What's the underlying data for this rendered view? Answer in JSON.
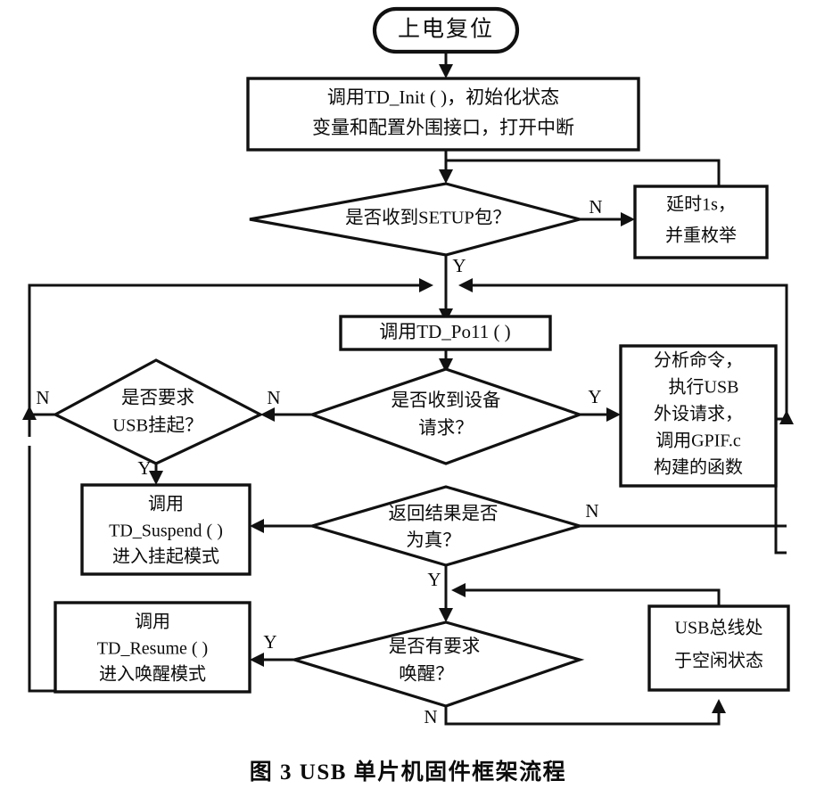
{
  "figure": {
    "caption": "图 3    USB 单片机固件框架流程",
    "caption_number": "图 3",
    "caption_title": "USB 单片机固件框架流程"
  },
  "nodes": {
    "start": {
      "id": "start",
      "type": "terminal",
      "label": "上电复位",
      "lines": [
        "上电复位"
      ]
    },
    "init": {
      "id": "init",
      "type": "process",
      "label": "调用TD_Init ( )，初始化状态变量和配置外围接口，打开中断",
      "lines": [
        "调用TD_Init ( )，初始化状态",
        "变量和配置外围接口，打开中断"
      ]
    },
    "setup_check": {
      "id": "setup_check",
      "type": "decision",
      "label": "是否收到SETUP包？",
      "lines": [
        "是否收到SETUP包？"
      ]
    },
    "delay_reenum": {
      "id": "delay_reenum",
      "type": "process",
      "label": "延时1s，并重枚举",
      "lines": [
        "延时1s，",
        "并重枚举"
      ]
    },
    "td_poll": {
      "id": "td_poll",
      "type": "process",
      "label": "调用TD_Poll ( )",
      "lines": [
        "调用TD_Po11 ( )"
      ]
    },
    "suspend_check": {
      "id": "suspend_check",
      "type": "decision",
      "label": "是否要求USB挂起？",
      "lines": [
        "是否要求",
        "USB挂起？"
      ]
    },
    "device_request_check": {
      "id": "device_request_check",
      "type": "decision",
      "label": "是否收到设备请求？",
      "lines": [
        "是否收到设备",
        "请求？"
      ]
    },
    "analyze_command": {
      "id": "analyze_command",
      "type": "process",
      "label": "分析命令，执行USB外设请求，调用GPIF.c构建的函数",
      "lines": [
        "分析命令，",
        "执行USB",
        "外设请求，",
        "调用GPIF.c",
        "构建的函数"
      ]
    },
    "td_suspend": {
      "id": "td_suspend",
      "type": "process",
      "label": "调用TD_Suspend ( ) 进入挂起模式",
      "lines": [
        "调用",
        "TD_Suspend ( )",
        "进入挂起模式"
      ]
    },
    "result_true_check": {
      "id": "result_true_check",
      "type": "decision",
      "label": "返回结果是否为真？",
      "lines": [
        "返回结果是否",
        "为真？"
      ]
    },
    "td_resume": {
      "id": "td_resume",
      "type": "process",
      "label": "调用TD_Resume ( ) 进入唤醒模式",
      "lines": [
        "调用",
        "TD_Resume ( )",
        "进入唤醒模式"
      ]
    },
    "wakeup_check": {
      "id": "wakeup_check",
      "type": "decision",
      "label": "是否有要求唤醒？",
      "lines": [
        "是否有要求",
        "唤醒？"
      ]
    },
    "usb_idle": {
      "id": "usb_idle",
      "type": "process",
      "label": "USB总线处于空闲状态",
      "lines": [
        "USB总线处",
        "于空闲状态"
      ]
    }
  },
  "edge_labels": {
    "setup_no": "N",
    "setup_yes": "Y",
    "suspend_no_left": "N",
    "suspend_yes": "Y",
    "device_request_no": "N",
    "device_request_yes": "Y",
    "result_no": "N",
    "result_yes": "Y",
    "wakeup_yes": "Y",
    "wakeup_no": "N"
  },
  "colors": {
    "stroke": "#111111",
    "fill": "#ffffff",
    "text": "#0b0b0b",
    "background": "#ffffff"
  }
}
